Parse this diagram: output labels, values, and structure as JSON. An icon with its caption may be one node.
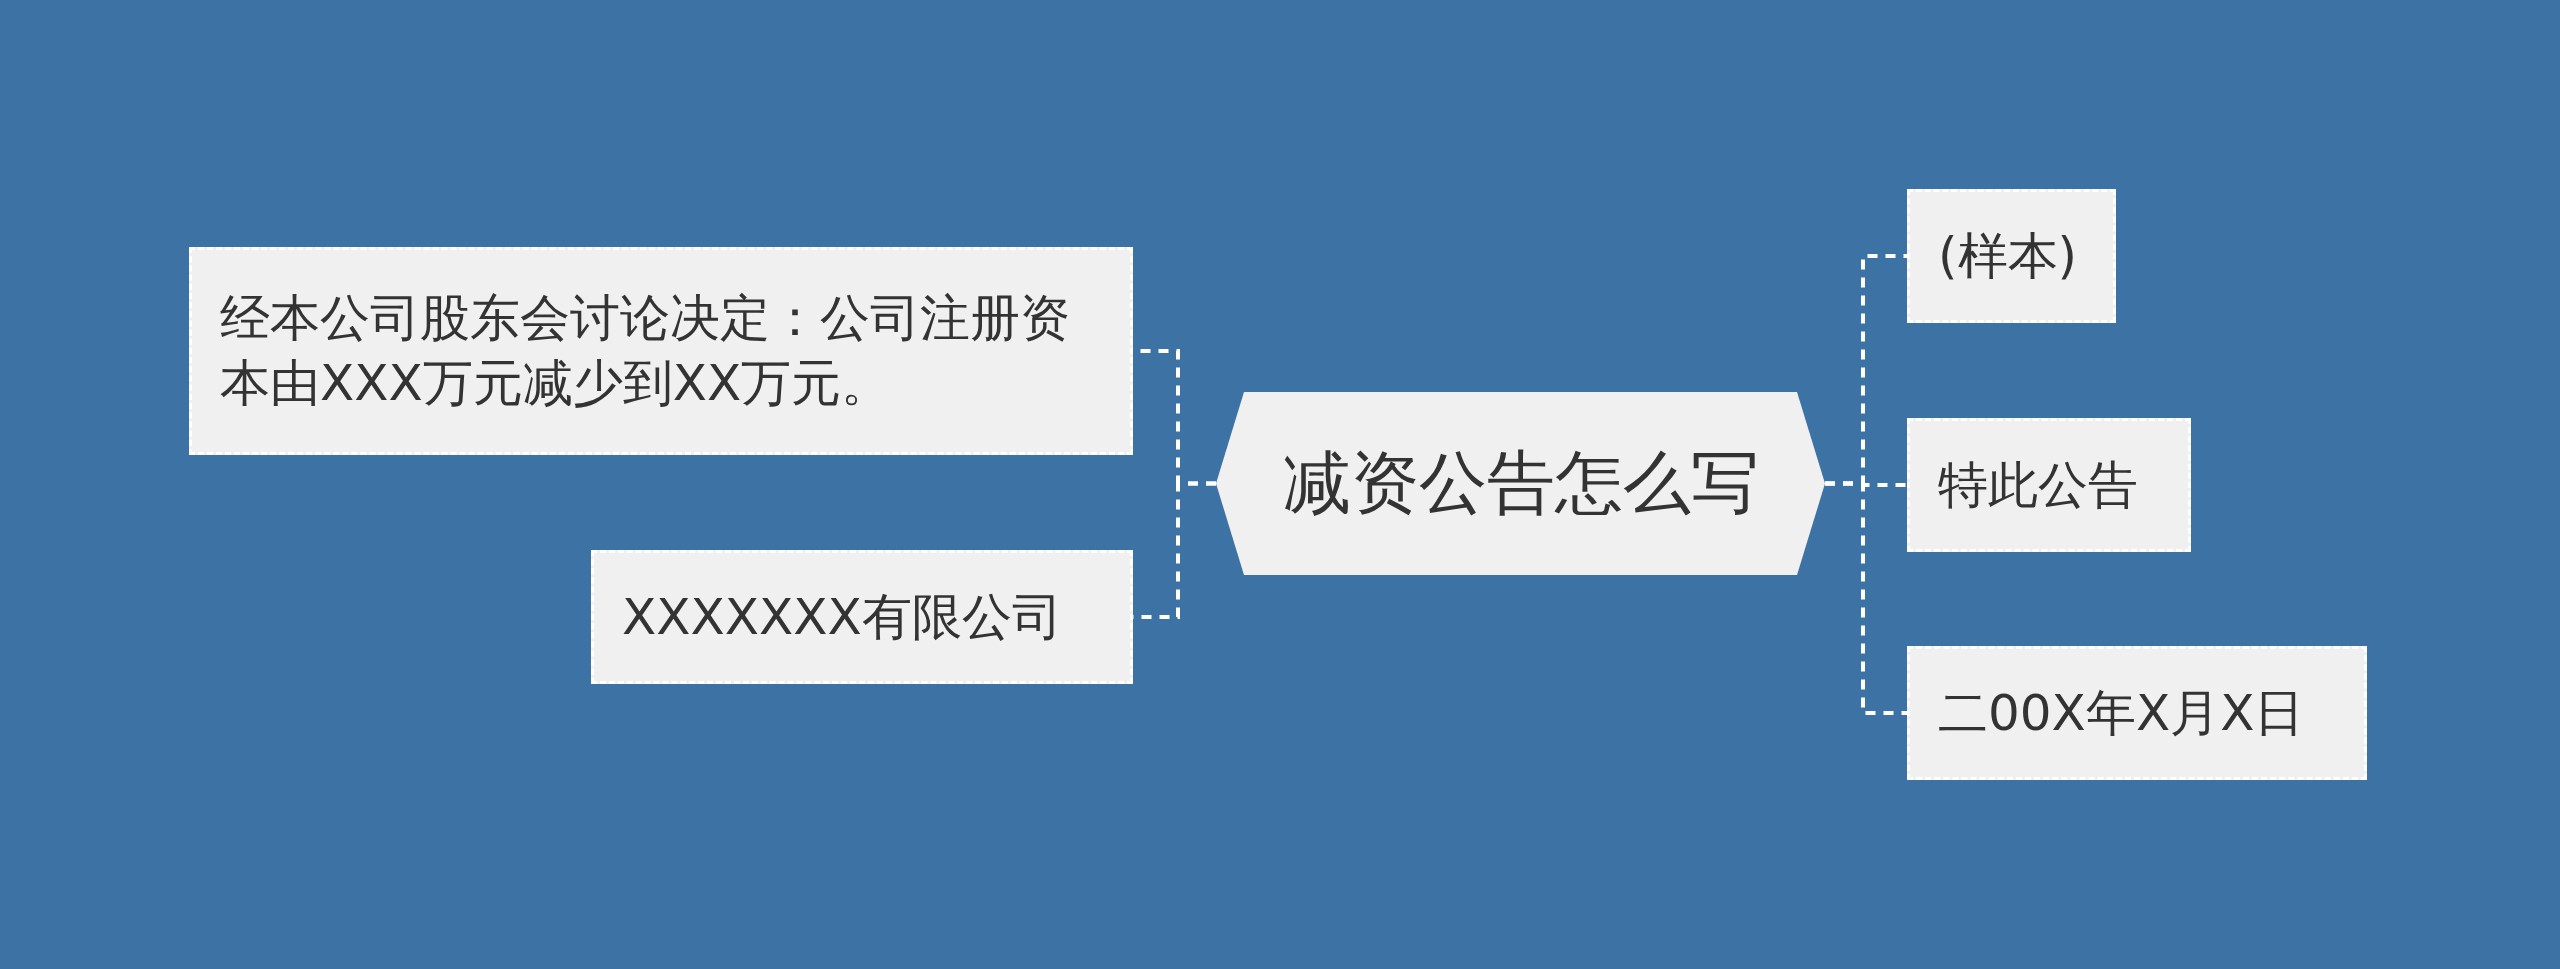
{
  "diagram": {
    "nodes": [
      {
        "text": [
          "减资公告怎么写"
        ]
      },
      {
        "text": [
          "经本公司股东会讨论决定：公司注册资本由XXX万元减少到XX万元。"
        ]
      },
      {
        "text": [
          "XXXXXXX有限公司"
        ]
      },
      {
        "text": [
          "(样本)"
        ]
      },
      {
        "text": [
          "特此公告"
        ]
      },
      {
        "text": [
          "二00X年X月X日"
        ]
      }
    ],
    "edges": [
      {
        "from": 0,
        "to": 1,
        "arrow": "none",
        "style": "dashed"
      },
      {
        "from": 0,
        "to": 2,
        "arrow": "none",
        "style": "dashed"
      },
      {
        "from": 0,
        "to": 3,
        "arrow": "none",
        "style": "dashed"
      },
      {
        "from": 0,
        "to": 4,
        "arrow": "none",
        "style": "dashed"
      },
      {
        "from": 0,
        "to": 5,
        "arrow": "none",
        "style": "dashed"
      }
    ]
  }
}
